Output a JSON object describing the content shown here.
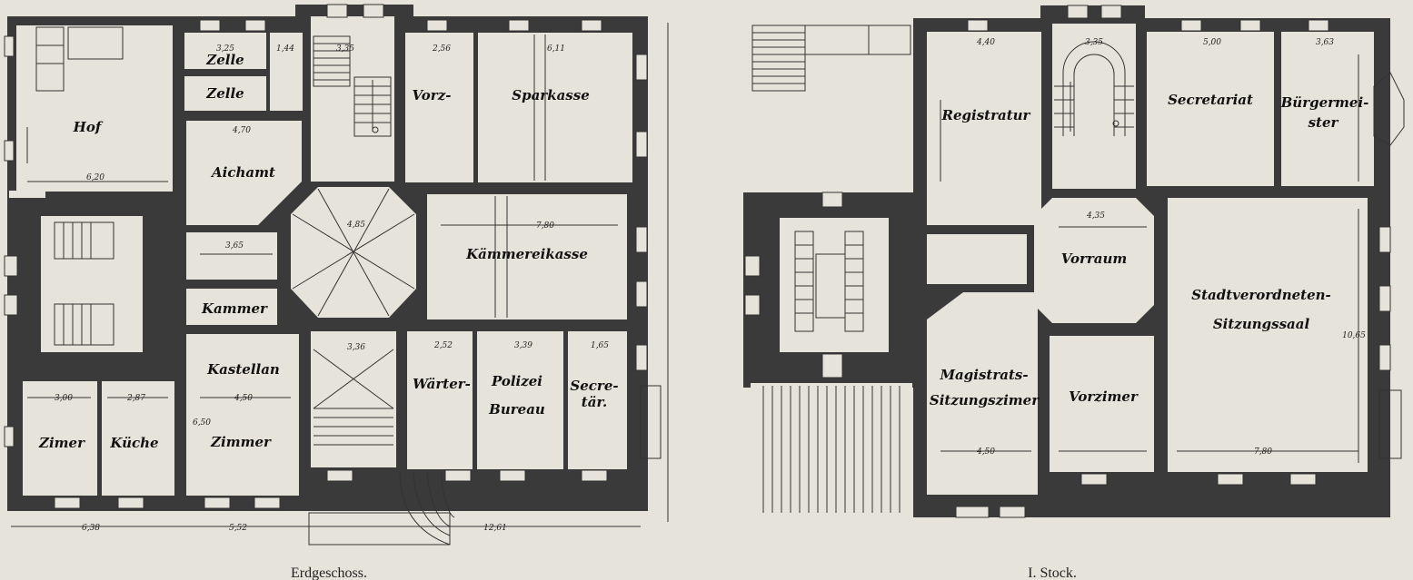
{
  "captions": {
    "ground": "Erdgeschoss.",
    "first": "I. Stock."
  },
  "ground_floor": {
    "rooms": {
      "hof": "Hof",
      "zelle1": "Zelle",
      "zelle2": "Zelle",
      "vorz": "Vorz-",
      "sparkasse": "Sparkasse",
      "aichamt": "Aichamt",
      "kaemmereikasse": "Kämmereikasse",
      "kammer": "Kammer",
      "kastellan": "Kastellan",
      "kastellan_zimmer": "Zimmer",
      "zimmer": "Zimer",
      "kueche": "Küche",
      "waerter": "Wärter-",
      "polizei1": "Polizei",
      "polizei2": "Bureau",
      "secretaer1": "Secre-",
      "secretaer2": "tär."
    },
    "dims": {
      "d325": "3,25",
      "d144": "1,44",
      "d335": "3,35",
      "d256": "2,56",
      "d611": "6,11",
      "d470": "4,70",
      "d620": "6,20",
      "d485": "4,85",
      "d780": "7,80",
      "d365": "3,65",
      "d336": "3,36",
      "d300": "3,00",
      "d287": "2,87",
      "d450": "4,50",
      "d252": "2,52",
      "d339": "3,39",
      "d165": "1,65",
      "d638": "6,38",
      "d552": "5,52",
      "d1261": "12,61",
      "d650": "6,50"
    }
  },
  "first_floor": {
    "rooms": {
      "registratur": "Registratur",
      "secretariat": "Secretariat",
      "buerger1": "Bürgermei-",
      "buerger2": "ster",
      "vorraum": "Vorraum",
      "stadt1": "Stadtverordneten-",
      "stadt2": "Sitzungssaal",
      "magistrat1": "Magistrats-",
      "magistrat2": "Sitzungszimer",
      "vorzimer": "Vorzimer"
    },
    "dims": {
      "d440": "4,40",
      "d335": "3,35",
      "d500": "5,00",
      "d363": "3,63",
      "d435": "4,35",
      "d450": "4,50",
      "d780": "7,80",
      "d1065": "10,65"
    }
  }
}
